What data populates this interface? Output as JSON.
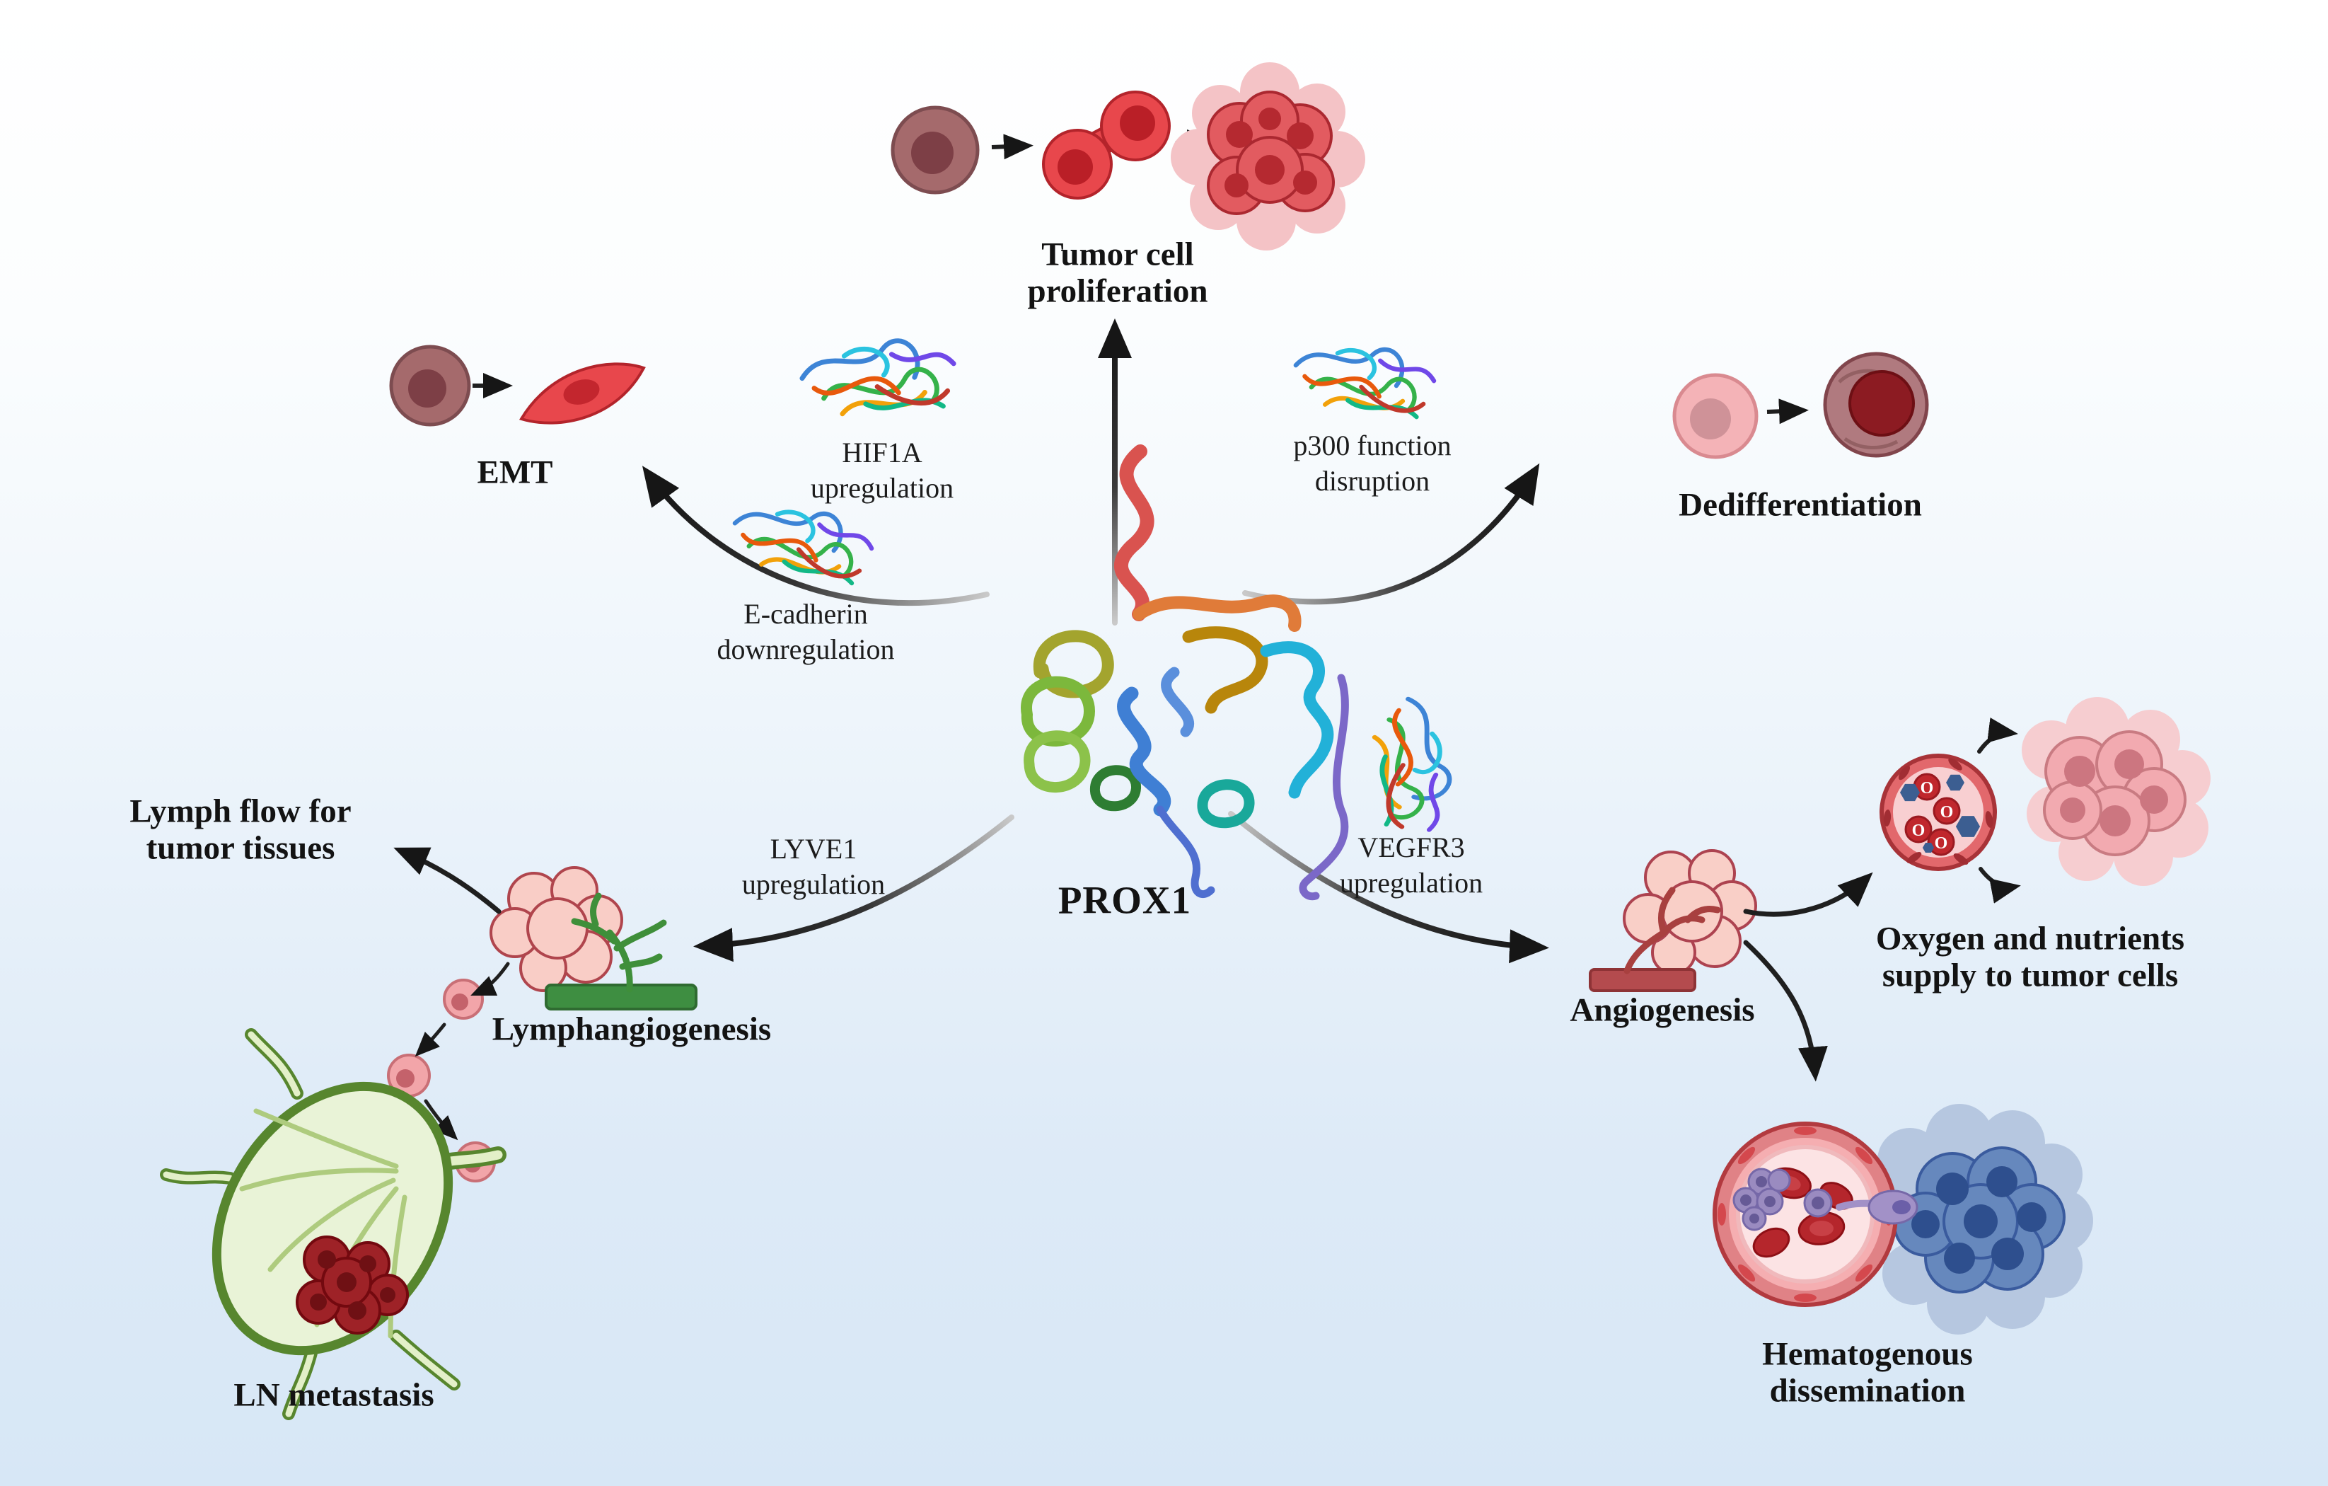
{
  "palette": {
    "background_top": "#ffffff",
    "background_bottom": "#d7e7f6",
    "arrow_color": "#161616",
    "tumor_red": "#e25b60",
    "tumor_pink": "#f4c3c6",
    "lymph_green": "#57862e",
    "vessel_red": "#c94e52",
    "metastasis_blue": "#6688bd",
    "nutrient_blue": "#3c5e91",
    "label_color": "#131313"
  },
  "center": {
    "label": "PROX1"
  },
  "pathways": {
    "proliferation": {
      "label_line1": "Tumor cell",
      "label_line2": "proliferation"
    },
    "emt": {
      "label": "EMT",
      "mediator1_line1": "HIF1A",
      "mediator1_line2": "upregulation",
      "mediator2_line1": "E-cadherin",
      "mediator2_line2": "downregulation"
    },
    "dedifferentiation": {
      "label": "Dedifferentiation",
      "mediator_line1": "p300 function",
      "mediator_line2": "disruption"
    },
    "lymphangiogenesis": {
      "label": "Lymphangiogenesis",
      "mediator_line1": "LYVE1",
      "mediator_line2": "upregulation",
      "outcome1_line1": "Lymph flow for",
      "outcome1_line2": "tumor tissues",
      "outcome2": "LN metastasis"
    },
    "angiogenesis": {
      "label": "Angiogenesis",
      "mediator_line1": "VEGFR3",
      "mediator_line2": "upregulation",
      "outcome1_line1": "Oxygen and nutrients",
      "outcome1_line2": "supply to tumor cells",
      "outcome2_line1": "Hematogenous",
      "outcome2_line2": "dissemination"
    }
  },
  "glyphs": {
    "oxygen_symbol": "O"
  }
}
